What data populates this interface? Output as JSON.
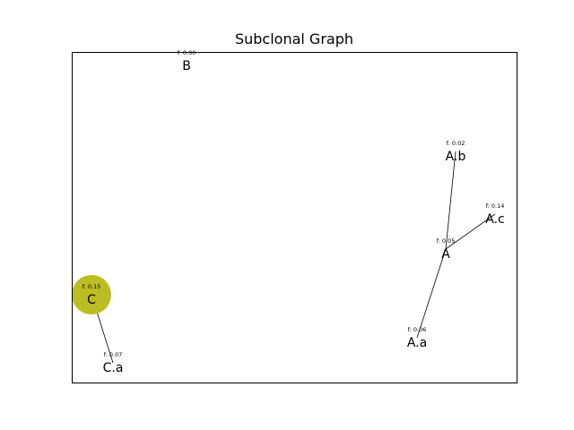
{
  "title": "Subclonal Graph",
  "highlight_color": "#bcbd22",
  "nodes": [
    {
      "id": "B",
      "label": "B",
      "freq": "f: 0.00",
      "highlighted": false
    },
    {
      "id": "A.b",
      "label": "A.b",
      "freq": "f: 0.02",
      "highlighted": false
    },
    {
      "id": "A.c",
      "label": "A.c",
      "freq": "f: 0.14",
      "highlighted": false
    },
    {
      "id": "A",
      "label": "A",
      "freq": "f: 0.05",
      "highlighted": false
    },
    {
      "id": "C",
      "label": "C",
      "freq": "f: 0.15",
      "highlighted": true
    },
    {
      "id": "A.a",
      "label": "A.a",
      "freq": "f: 0.06",
      "highlighted": false
    },
    {
      "id": "C.a",
      "label": "C.a",
      "freq": "f: 0.07",
      "highlighted": false
    }
  ],
  "edges": [
    {
      "from": "A",
      "to": "A.b"
    },
    {
      "from": "A",
      "to": "A.c"
    },
    {
      "from": "A",
      "to": "A.a"
    },
    {
      "from": "C",
      "to": "C.a"
    }
  ]
}
